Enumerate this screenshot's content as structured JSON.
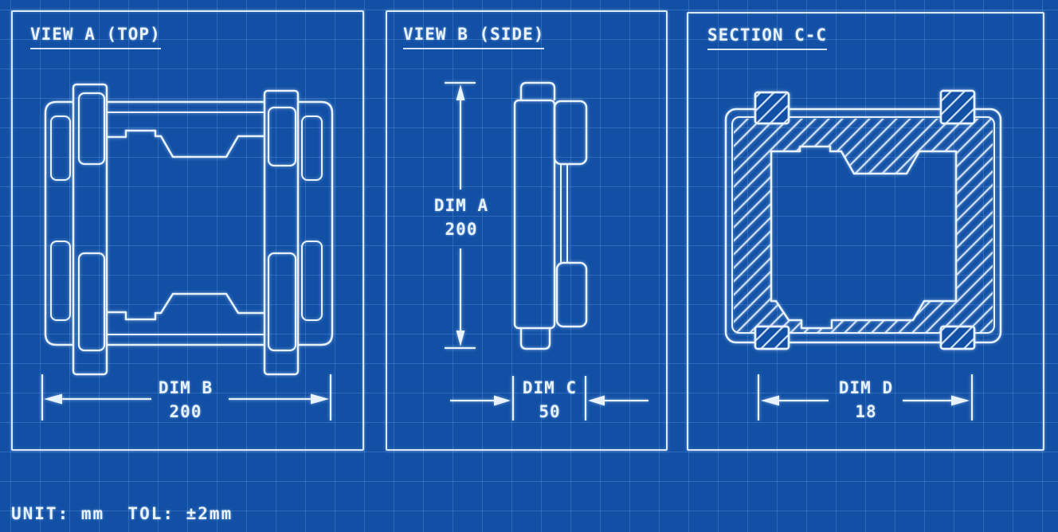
{
  "document": {
    "kind": "engineering-blueprint",
    "units_note": "UNIT: mm  TOL: ±2mm"
  },
  "colors": {
    "bg": "#1250a5",
    "line": "#e8f2fd"
  },
  "panels": [
    {
      "id": "view-a",
      "title": "VIEW A (TOP)",
      "dimension": {
        "label": "DIM B",
        "value": "200"
      }
    },
    {
      "id": "view-b",
      "title": "VIEW B (SIDE)",
      "vertical_dimension": {
        "label": "DIM A",
        "value": "200"
      },
      "dimension": {
        "label": "DIM C",
        "value": "50"
      }
    },
    {
      "id": "section-cc",
      "title": "SECTION C-C",
      "dimension": {
        "label": "DIM D",
        "value": "18"
      }
    }
  ],
  "footer": {
    "text": "UNIT: mm  TOL: ±2mm"
  }
}
